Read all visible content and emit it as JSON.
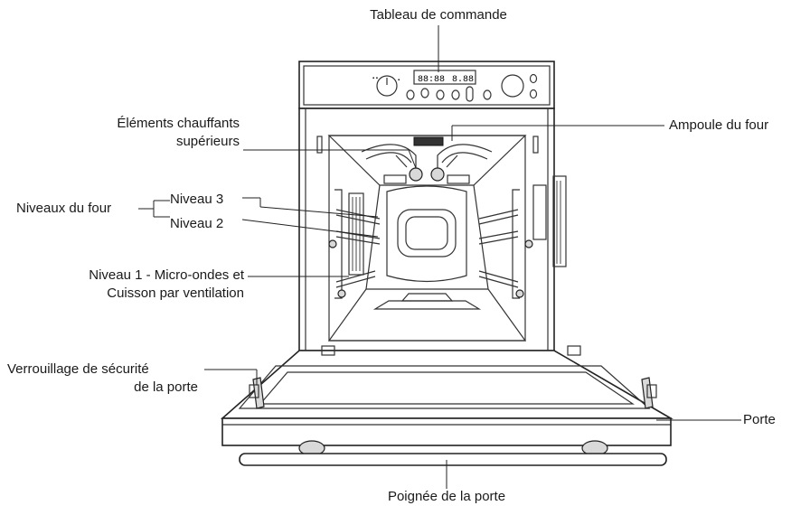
{
  "labels": {
    "control_panel": "Tableau de commande",
    "oven_lamp": "Ampoule du four",
    "top_heating_line1": "Éléments chauffants",
    "top_heating_line2": "supérieurs",
    "oven_levels": "Niveaux du four",
    "level_3": "Niveau 3",
    "level_2": "Niveau 2",
    "level_1_line1": "Niveau 1 - Micro-ondes et",
    "level_1_line2": "Cuisson par ventilation",
    "door_lock_line1": "Verrouillage de sécurité",
    "door_lock_line2": "de la porte",
    "door": "Porte",
    "door_handle": "Poignée de la porte"
  },
  "display": {
    "digits_left": "88:88",
    "digits_right": "8.88"
  }
}
